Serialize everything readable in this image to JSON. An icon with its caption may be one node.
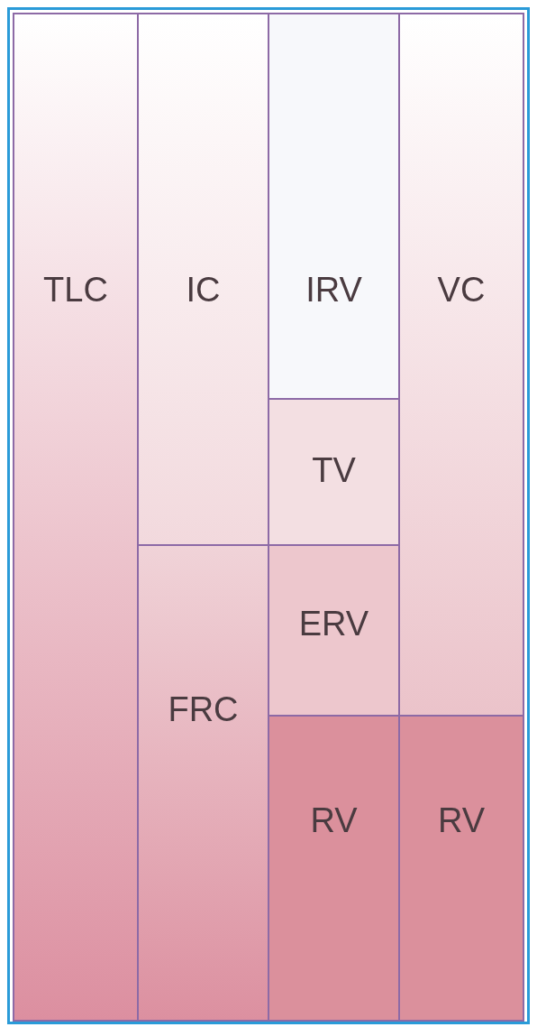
{
  "diagram": {
    "nodes": [
      {
        "text": [
          "TLC"
        ]
      },
      {
        "text": [
          "IC"
        ]
      },
      {
        "text": [
          "IRV"
        ]
      },
      {
        "text": [
          "VC"
        ]
      },
      {
        "text": [
          "TV"
        ]
      },
      {
        "text": [
          "FRC"
        ]
      },
      {
        "text": [
          "ERV"
        ]
      },
      {
        "text": [
          "RV"
        ]
      },
      {
        "text": [
          "RV"
        ]
      }
    ]
  }
}
